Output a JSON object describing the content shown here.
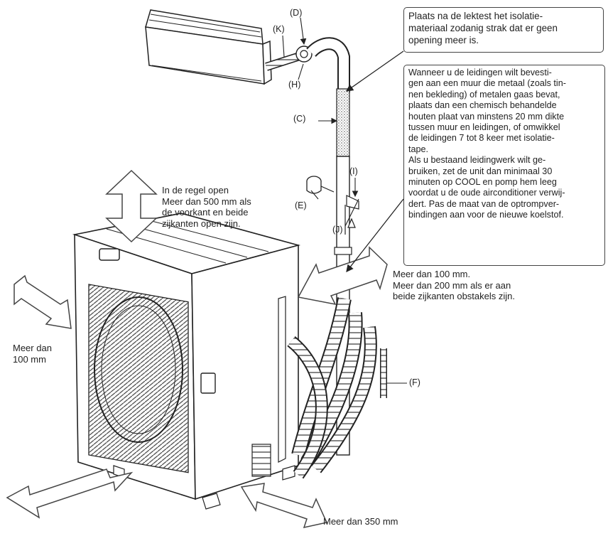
{
  "notes": {
    "top_note": "Plaats na de lektest het isolatie-\nmateriaal zodanig strak dat er geen\nopening meer is.",
    "wall_note": "Wanneer u de leidingen wilt bevesti-\ngen aan een muur die metaal (zoals tin-\nnen bekleding) of metalen gaas bevat,\nplaats dan een chemisch behandelde\nhouten plaat van minstens 20 mm dikte\ntussen muur en leidingen, of omwikkel\nde leidingen 7 tot 8 keer met isolatie-\ntape.\nAls u bestaand leidingwerk wilt ge-\nbruiken, zet de unit dan minimaal 30\nminuten op COOL en pomp hem leeg\nvoordat u de oude airconditioner verwij-\ndert. Pas de maat van de optrompver-\nbindingen aan voor de nieuwe koelstof."
  },
  "clearances": {
    "top": "In de regel open\nMeer dan 500 mm als\nde voorkant en beide\nzijkanten open zijn.",
    "right": "Meer dan 100 mm.\nMeer dan 200 mm als er aan\nbeide zijkanten obstakels zijn.",
    "left": "Meer dan\n100 mm",
    "front": "Meer dan 350 mm"
  },
  "labels": {
    "D": "(D)",
    "K": "(K)",
    "H": "(H)",
    "C": "(C)",
    "I": "(I)",
    "E": "(E)",
    "J": "(J)",
    "F": "(F)"
  }
}
